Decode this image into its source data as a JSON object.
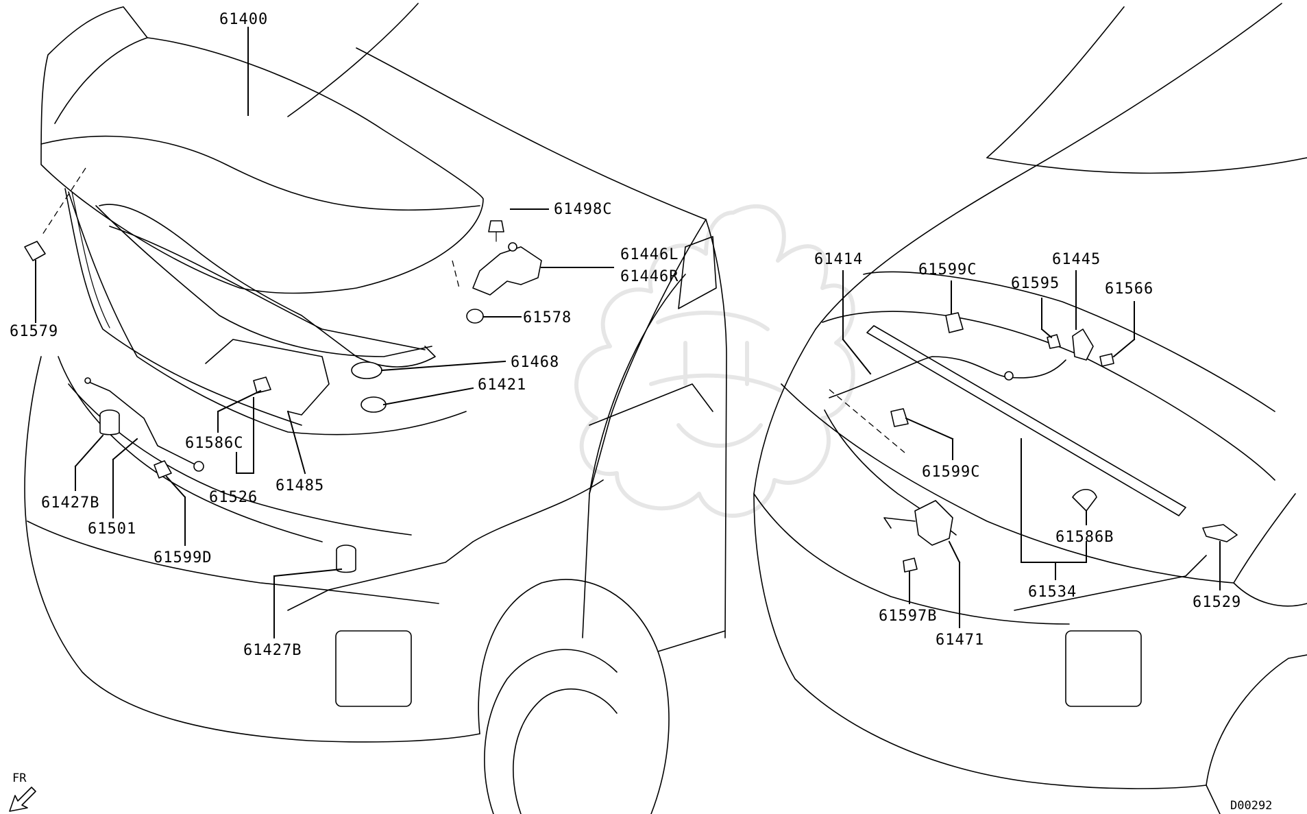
{
  "diagram": {
    "labels": {
      "p61400": "61400",
      "p61498C": "61498C",
      "p61446L": "61446L",
      "p61446R": "61446R",
      "p61578": "61578",
      "p61468": "61468",
      "p61421": "61421",
      "p61579": "61579",
      "p61586C": "61586C",
      "p61526": "61526",
      "p61485": "61485",
      "p61427B_left": "61427B",
      "p61501": "61501",
      "p61599D": "61599D",
      "p61427B_mid": "61427B",
      "p61414": "61414",
      "p61599C_top": "61599C",
      "p61445": "61445",
      "p61595": "61595",
      "p61566": "61566",
      "p61599C_mid": "61599C",
      "p61586B": "61586B",
      "p61534": "61534",
      "p61529": "61529",
      "p61597B": "61597B",
      "p61471": "61471"
    },
    "orientation_label": "FR",
    "diagram_code": "D00292"
  }
}
